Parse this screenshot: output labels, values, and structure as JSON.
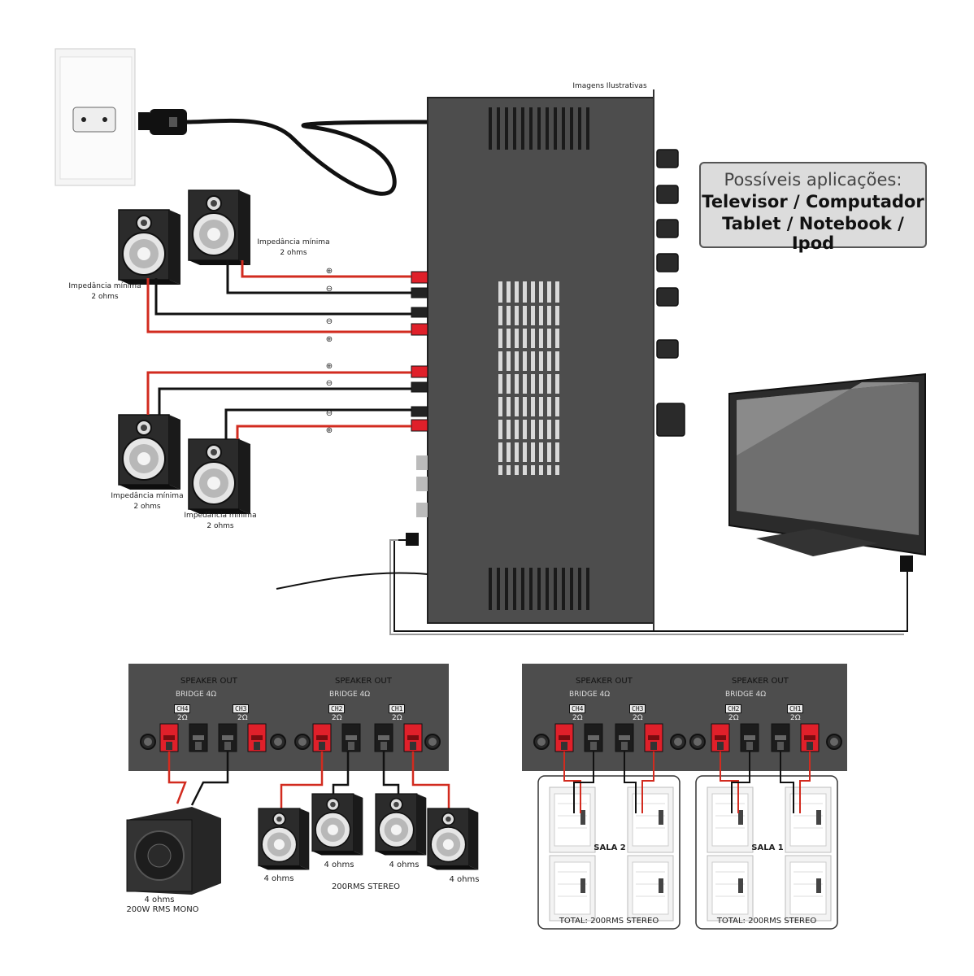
{
  "caption": "Imagens Ilustrativas",
  "applications": {
    "title": "Possíveis aplicações:",
    "line1": "Televisor / Computador",
    "line2": "Tablet / Notebook / Ipod"
  },
  "speaker_labels": {
    "impedance_text": "Impedância mínima",
    "ohms_text": "2 ohms"
  },
  "polarity": {
    "plus": "⊕",
    "minus": "⊖"
  },
  "panels": {
    "speaker_out": "SPEAKER OUT",
    "bridge": "BRIDGE 4Ω",
    "ch4": "CH4",
    "ch3": "CH3",
    "ch2": "CH2",
    "ch1": "CH1",
    "two_ohm": "2Ω"
  },
  "bottom_left": {
    "sub_ohms": "4 ohms",
    "sub_rating": "200W RMS MONO",
    "spk_ohms": "4 ohms",
    "stereo_rating": "200RMS STEREO"
  },
  "bottom_right": {
    "sala2": "SALA 2",
    "sala1": "SALA 1",
    "total": "TOTAL: 200RMS STEREO"
  },
  "colors": {
    "amp_body": "#4a4a4a",
    "wire_red": "#d22b1f",
    "wire_black": "#111111",
    "terminal_red": "#e0202a"
  }
}
